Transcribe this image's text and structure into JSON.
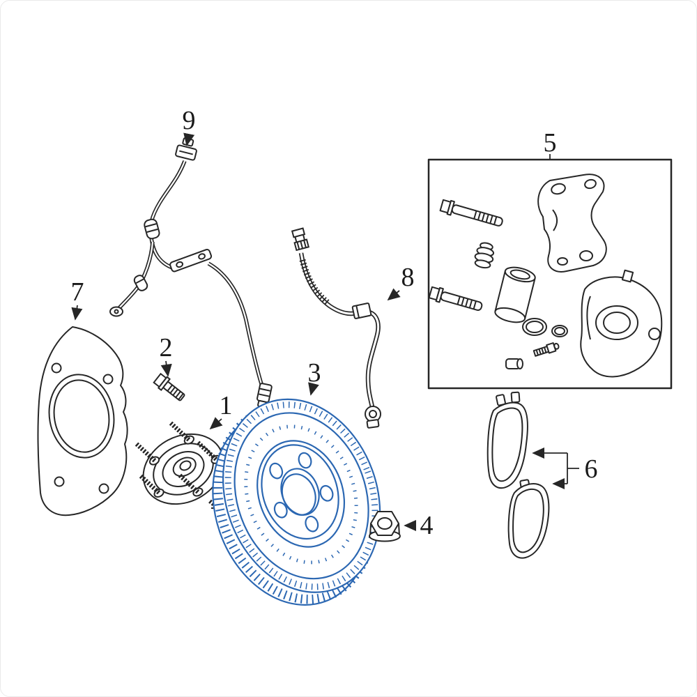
{
  "figure": {
    "background": "#ffffff",
    "line_color": "#262626",
    "highlight_color": "#2b67b2",
    "label_color": "#1a1a1a",
    "callouts": [
      {
        "number": "1",
        "part": "wheel-hub-bearing-assembly"
      },
      {
        "number": "2",
        "part": "hub-mounting-bolt"
      },
      {
        "number": "3",
        "part": "brake-rotor-disc"
      },
      {
        "number": "4",
        "part": "flange-nut"
      },
      {
        "number": "5",
        "part": "brake-caliper-assembly"
      },
      {
        "number": "6",
        "part": "brake-pad-set"
      },
      {
        "number": "7",
        "part": "brake-splash-shield"
      },
      {
        "number": "8",
        "part": "brake-hydraulic-hose"
      },
      {
        "number": "9",
        "part": "abs-wheel-speed-sensor"
      }
    ]
  }
}
